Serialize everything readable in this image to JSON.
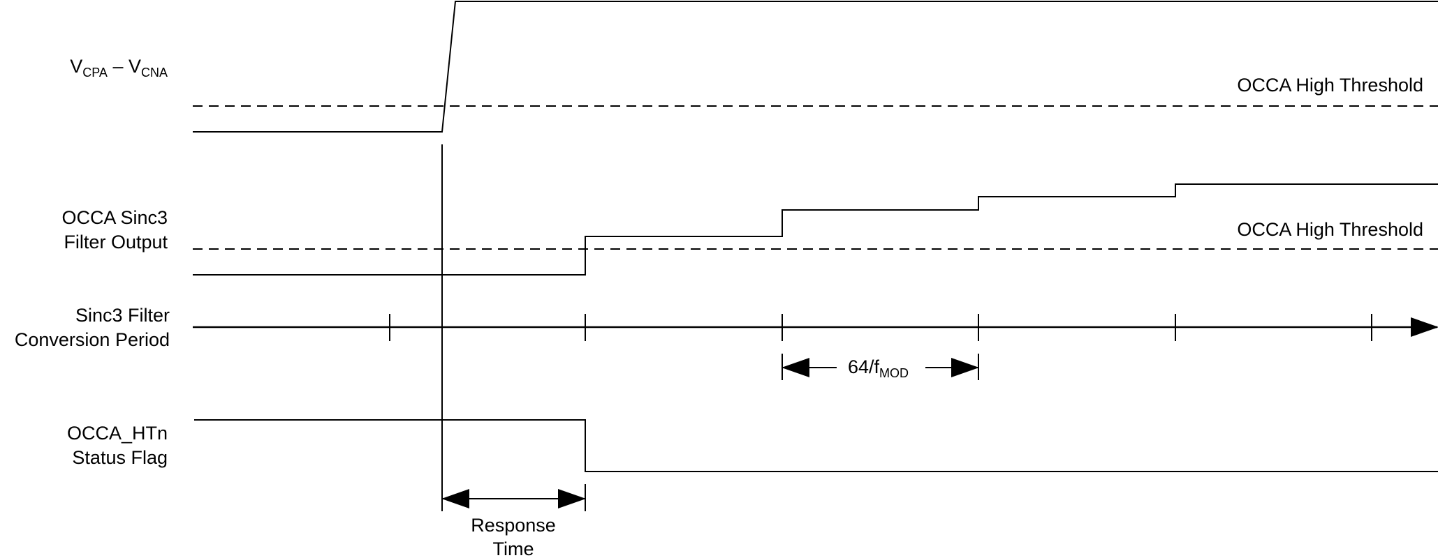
{
  "signals": {
    "vdiff": {
      "main": "V",
      "sub1": "CPA",
      "sep": " – ",
      "main2": "V",
      "sub2": "CNA"
    },
    "sinc_output": {
      "line1": "OCCA Sinc3",
      "line2": "Filter Output"
    },
    "conversion_period": {
      "line1": "Sinc3 Filter",
      "line2": "Conversion Period"
    },
    "status_flag": {
      "line1": "OCCA_HTn",
      "line2": "Status Flag"
    }
  },
  "thresholds": {
    "top": "OCCA High Threshold",
    "middle": "OCCA High Threshold"
  },
  "annotations": {
    "period": {
      "main": "64/f",
      "sub": "MOD"
    },
    "response_time": {
      "line1": "Response",
      "line2": "Time"
    }
  },
  "colors": {
    "stroke": "#000000",
    "background": "#ffffff"
  }
}
